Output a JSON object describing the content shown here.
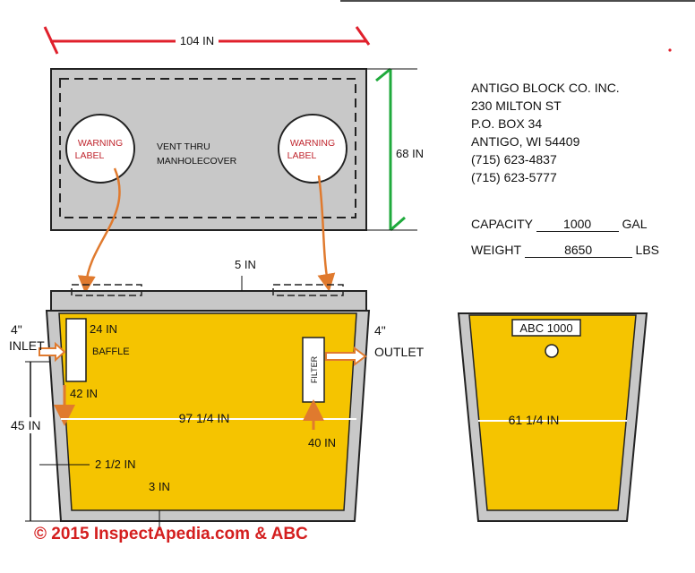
{
  "colors": {
    "tank_fill": "#f5c400",
    "concrete": "#c8c8c8",
    "top_view_fill": "#c8c8c8",
    "dimension_red": "#e0202c",
    "dimension_green": "#1faa3c",
    "arrow_orange": "#e07a2e",
    "warning_text": "#c0262e",
    "copyright": "#d41f1f"
  },
  "top_view": {
    "width_label": "104 IN",
    "height_label": "68 IN",
    "warning_left": [
      "WARNING",
      "LABEL"
    ],
    "warning_right": [
      "WARNING",
      "LABEL"
    ],
    "vent_lines": [
      "VENT THRU",
      "MANHOLECOVER"
    ]
  },
  "manufacturer": {
    "lines": [
      "ANTIGO BLOCK CO. INC.",
      "230 MILTON ST",
      "P.O. BOX 34",
      "ANTIGO, WI 54409",
      "(715) 623-4837",
      "(715) 623-5777"
    ]
  },
  "specs": {
    "capacity_label": "CAPACITY",
    "capacity_value": "1000",
    "capacity_unit": "GAL",
    "weight_label": "WEIGHT",
    "weight_value": "8650",
    "weight_unit": "LBS"
  },
  "side_view": {
    "lid_thickness": "5 IN",
    "inlet_size": "4\"",
    "inlet_label": "INLET",
    "outlet_size": "4\"",
    "outlet_label": "OUTLET",
    "baffle_depth": "24 IN",
    "baffle_label": "BAFFLE",
    "filter_label": "FILTER",
    "inlet_liquid_depth": "42 IN",
    "total_height": "45 IN",
    "interior_length": "97 1/4 IN",
    "outlet_liquid_depth": "40 IN",
    "wall_thickness": "2 1/2 IN",
    "floor_thickness": "3 IN"
  },
  "end_view": {
    "model_badge": "ABC 1000",
    "interior_width": "61 1/4 IN"
  },
  "copyright": "© 2015 InspectApedia.com & ABC"
}
